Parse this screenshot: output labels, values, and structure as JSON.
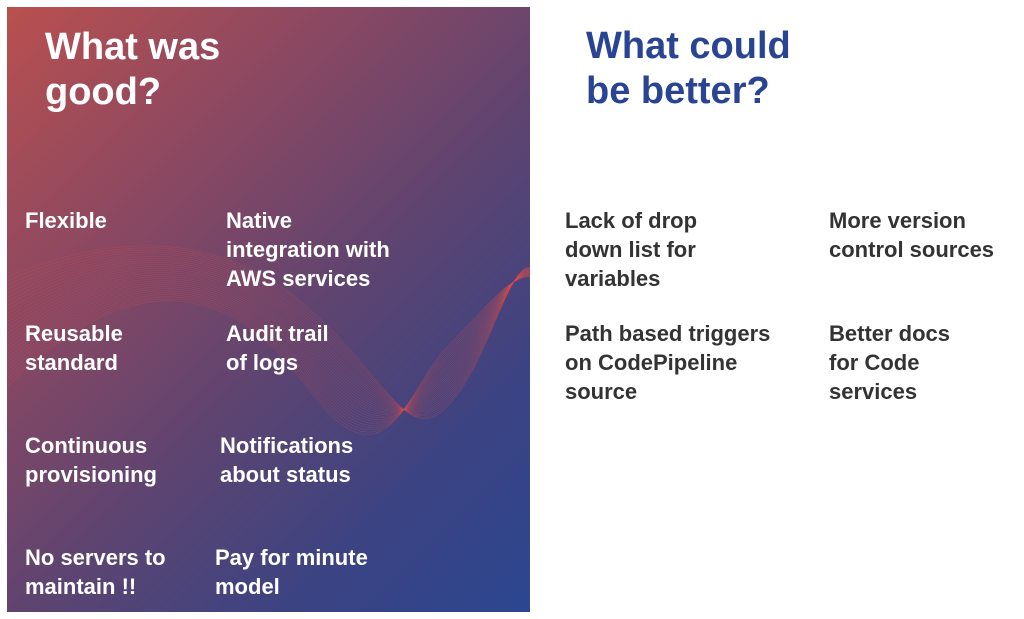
{
  "left": {
    "title": "What was\ngood?",
    "items": [
      "Flexible",
      "Native\nintegration with\nAWS services",
      "Reusable\nstandard",
      "Audit trail\nof logs",
      "Continuous\nprovisioning",
      "Notifications\nabout status",
      "No servers to\nmaintain !!",
      "Pay for minute\nmodel"
    ]
  },
  "right": {
    "title": "What could\nbe better?",
    "items": [
      "Lack of drop\ndown list for\nvariables",
      "More version\ncontrol sources",
      "Path based triggers\non CodePipeline\nsource",
      "Better docs\nfor Code\nservices"
    ]
  },
  "colors": {
    "right_title": "#2a4494",
    "wave": "#e0504a"
  }
}
